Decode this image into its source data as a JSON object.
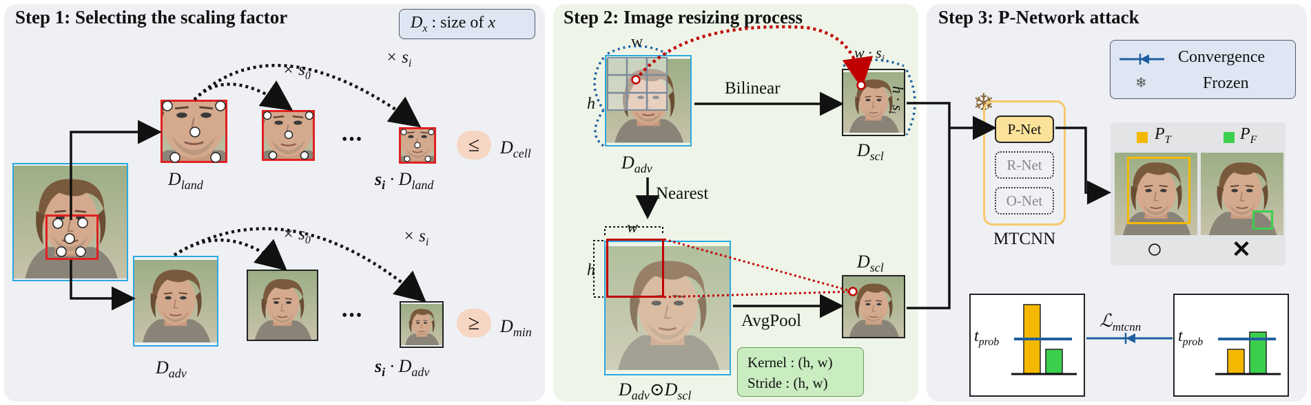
{
  "step1": {
    "title": "Step 1: Selecting the scaling factor",
    "legend_dx": "D",
    "legend_dx_sub": "x",
    "legend_rest": " : size of ",
    "legend_x": "x",
    "times_s0": "× s",
    "times_s0_sub": "0",
    "times_si": "× s",
    "times_si_sub": "i",
    "ellipsis": "•••",
    "d_land": "D",
    "d_land_sub": "land",
    "si_d_land_bold": "s",
    "si_d_land_sub1": "i",
    "si_d_land_mid": " · D",
    "si_d_land_sub2": "land",
    "leq_symbol": "≤",
    "d_cell": "D",
    "d_cell_sub": "cell",
    "d_adv": "D",
    "d_adv_sub": "adv",
    "si_d_adv_bold": "s",
    "si_d_adv_sub1": "i",
    "si_d_adv_mid": " · D",
    "si_d_adv_sub2": "adv",
    "geq_symbol": "≥",
    "d_min": "D",
    "d_min_sub": "min"
  },
  "step2": {
    "title": "Step 2: Image resizing process",
    "w_label": "w",
    "h_label": "h",
    "w_si": "w · s",
    "w_si_sub": "i",
    "h_si": "h · s",
    "h_si_sub": "i",
    "bilinear": "Bilinear",
    "nearest": "Nearest",
    "avgpool": "AvgPool",
    "d_adv": "D",
    "d_adv_sub": "adv",
    "d_scl": "D",
    "d_scl_sub": "scl",
    "odot_symbol": "⊙",
    "kernel": "Kernel : (h, w)",
    "stride": "Stride : (h, w)"
  },
  "step3": {
    "title": "Step 3: P-Network attack",
    "legend_convergence": "Convergence",
    "legend_frozen": "Frozen",
    "snowflake": "❄",
    "pnet": "P-Net",
    "rnet": "R-Net",
    "onet": "O-Net",
    "mtcnn": "MTCNN",
    "pt": "P",
    "pt_sub": "T",
    "pf": "P",
    "pf_sub": "F",
    "circle_mark": "○",
    "cross_mark": "✕",
    "t_prob": "t",
    "t_prob_sub": "prob",
    "l_mtcnn": "ℒ",
    "l_mtcnn_sub": "mtcnn"
  },
  "colors": {
    "red": "#e02020",
    "blue_frame": "#2aa8e0",
    "yellow": "#f5b800",
    "green": "#3ccf4e",
    "dark_red_dotted": "#c00000",
    "navy": "#1f5f9f",
    "pnet_fill": "#fbe29a",
    "mtcnn_border": "#f7c96a",
    "kernel_fill": "#c9ecc0",
    "ineq_fill": "#f6d5c2",
    "legend_fill": "#dde6f2"
  },
  "chart_left": {
    "bar_yellow": 1.0,
    "bar_green": 0.35,
    "threshold": 0.5
  },
  "chart_right": {
    "bar_yellow": 0.35,
    "bar_green": 0.6,
    "threshold": 0.5
  }
}
